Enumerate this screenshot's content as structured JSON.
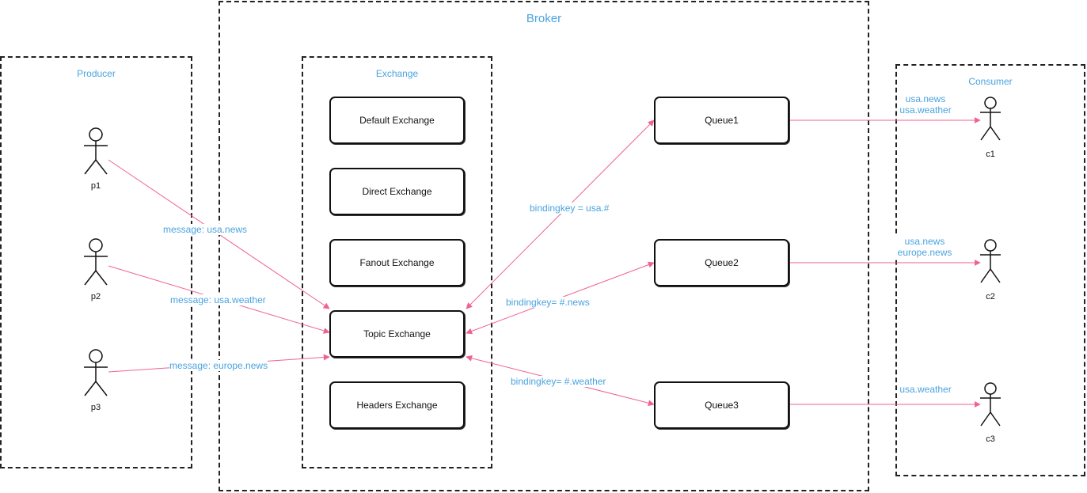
{
  "broker": {
    "title": "Broker"
  },
  "producer": {
    "title": "Producer",
    "actors": [
      "p1",
      "p2",
      "p3"
    ]
  },
  "exchange": {
    "title": "Exchange",
    "items": [
      "Default Exchange",
      "Direct Exchange",
      "Fanout Exchange",
      "Topic Exchange",
      "Headers Exchange"
    ]
  },
  "queues": [
    "Queue1",
    "Queue2",
    "Queue3"
  ],
  "consumer": {
    "title": "Consumer",
    "actors": [
      "c1",
      "c2",
      "c3"
    ]
  },
  "messages": [
    "message: usa.news",
    "message: usa.weather",
    "message: europe.news"
  ],
  "bindings": [
    "bindingkey = usa.#",
    "bindingkey= #.news",
    "bindingkey= #.weather"
  ],
  "subscriptions": [
    [
      "usa.news",
      "usa.weather"
    ],
    [
      "usa.news",
      "europe.news"
    ],
    [
      "usa.weather"
    ]
  ],
  "colors": {
    "accent": "#4aa3df",
    "arrow": "#f06292",
    "border": "#222222"
  }
}
